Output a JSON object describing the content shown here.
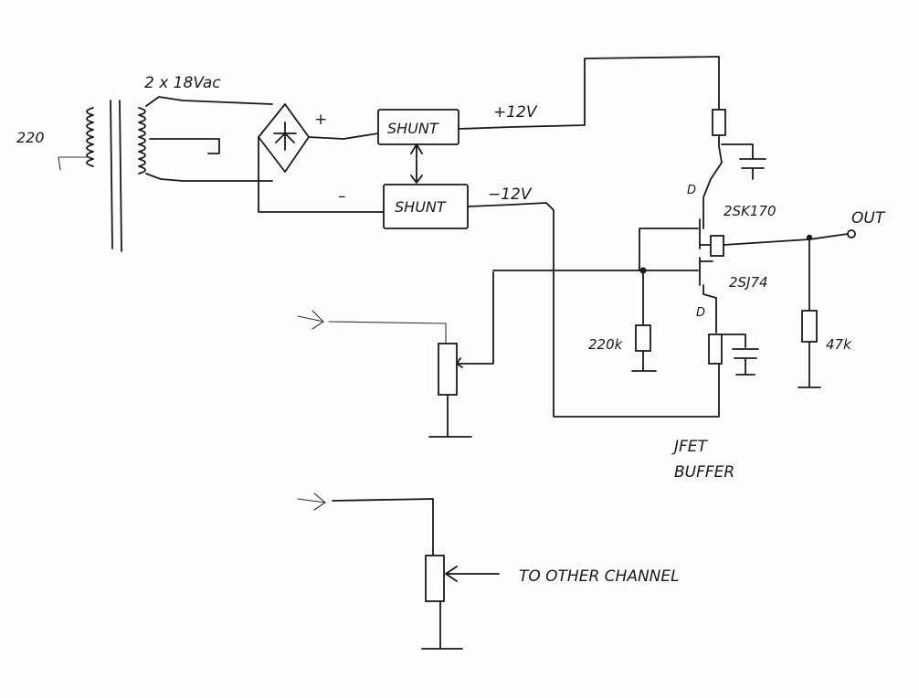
{
  "labels": {
    "transformer_secondary": "2 x 18Vac",
    "mains": "220",
    "plus_sign": "+",
    "minus_sign": "–",
    "shunt_top": "SHUNT",
    "shunt_bottom": "SHUNT",
    "plus_12v": "+12V",
    "minus_12v": "−12V",
    "drain_top": "D",
    "jfet_top": "2SK170",
    "out": "OUT",
    "jfet_bottom": "2SJ74",
    "drain_bottom": "D",
    "r_gate": "220k",
    "r_out": "47k",
    "caption_line1": "JFET",
    "caption_line2": "BUFFER",
    "to_other_channel": "TO OTHER CHANNEL"
  },
  "colors": {
    "ink": "#1a1a1a",
    "paper": "#fdfdfd"
  }
}
